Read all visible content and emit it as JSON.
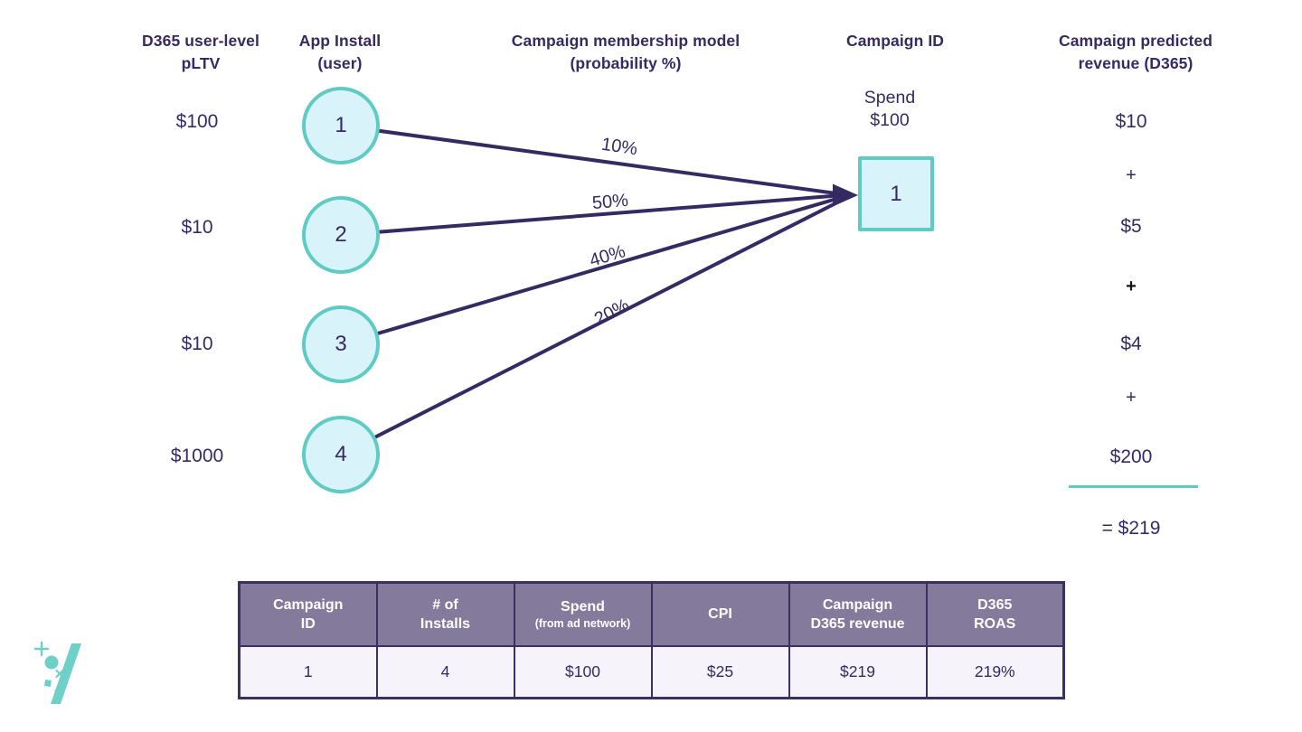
{
  "headers": {
    "pltv": "D365 user-level\npLTV",
    "app_install": "App Install\n(user)",
    "membership_model": "Campaign membership model\n(probability %)",
    "campaign_id": "Campaign ID",
    "predicted_revenue": "Campaign predicted\nrevenue (D365)"
  },
  "users": [
    {
      "pltv": "$100",
      "id": "1",
      "probability": "10%"
    },
    {
      "pltv": "$10",
      "id": "2",
      "probability": "50%"
    },
    {
      "pltv": "$10",
      "id": "3",
      "probability": "40%"
    },
    {
      "pltv": "$1000",
      "id": "4",
      "probability": "20%"
    }
  ],
  "campaign": {
    "spend": "Spend\n$100",
    "id": "1"
  },
  "revenue": {
    "terms": [
      "$10",
      "$5",
      "$4",
      "$200"
    ],
    "plus": "+",
    "total": "= $219"
  },
  "table": {
    "headers": [
      {
        "line1": "Campaign",
        "line2": "ID"
      },
      {
        "line1": "# of",
        "line2": "Installs"
      },
      {
        "line1": "Spend",
        "line2": "(from ad network)"
      },
      {
        "line1": "CPI",
        "line2": ""
      },
      {
        "line1": "Campaign",
        "line2": "D365 revenue"
      },
      {
        "line1": "D365",
        "line2": "ROAS"
      }
    ],
    "row": [
      "1",
      "4",
      "$100",
      "$25",
      "$219",
      "219%"
    ]
  },
  "colors": {
    "text_purple": "#362a63",
    "arrow_purple": "#362a63",
    "node_border_teal": "#5fcbc3",
    "node_fill_cyan": "#d8f4fa",
    "table_header_bg": "#847a9c",
    "table_body_bg": "#f7f3fa",
    "table_border": "#3a3064",
    "divider_teal": "#5fcbc3",
    "logo_teal": "#6fd0c8"
  }
}
